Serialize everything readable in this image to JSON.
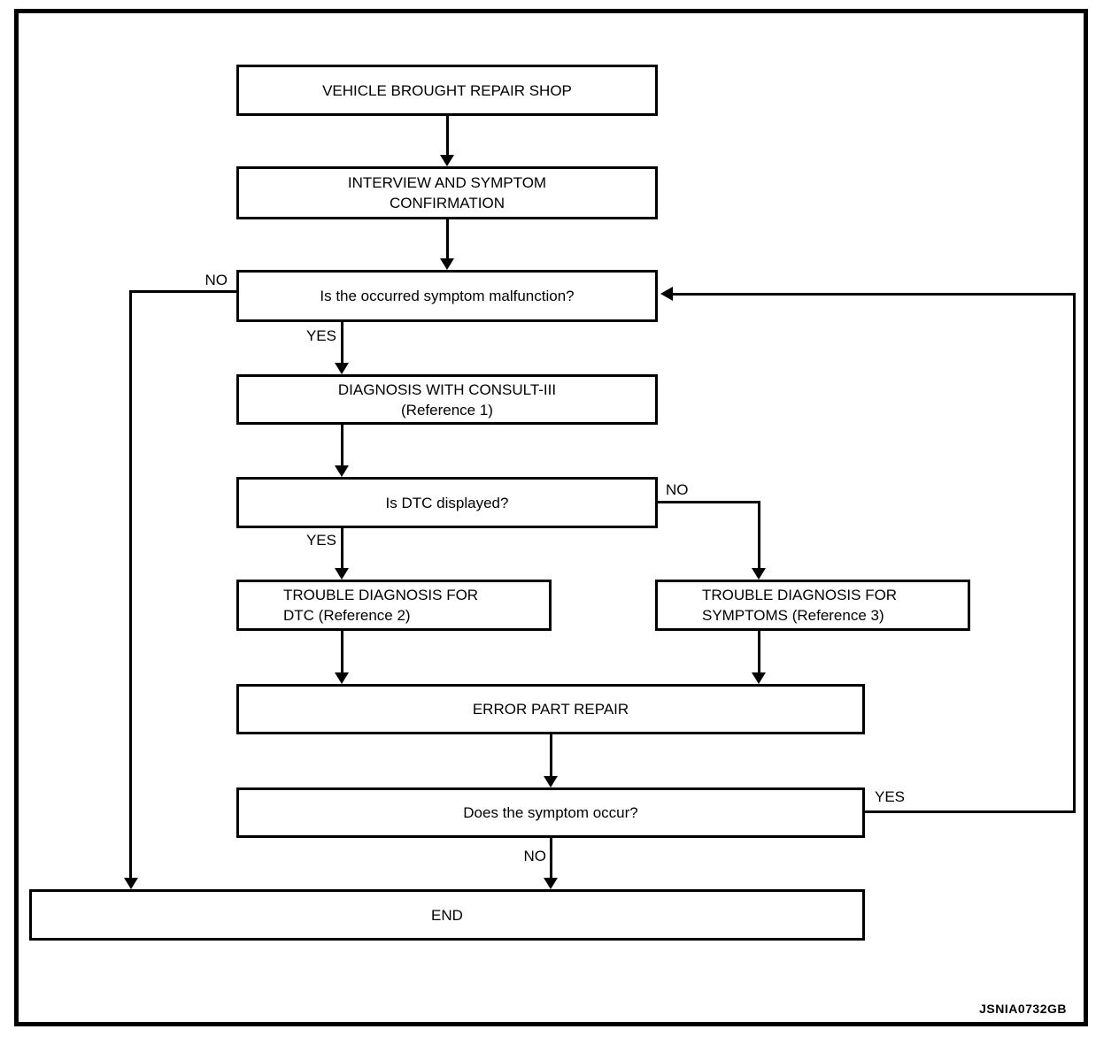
{
  "figure": {
    "id_code": "JSNIA0732GB"
  },
  "colors": {
    "ink": "#000000",
    "paper": "#ffffff"
  },
  "flowchart": {
    "nodes": {
      "vehicle_brought": "VEHICLE BROUGHT REPAIR SHOP",
      "interview": "INTERVIEW AND SYMPTOM\nCONFIRMATION",
      "symptom_malfunction": "Is the occurred symptom malfunction?",
      "diagnosis_consult": "DIAGNOSIS WITH CONSULT-III\n(Reference 1)",
      "dtc_displayed": "Is DTC displayed?",
      "trouble_dtc": "TROUBLE DIAGNOSIS FOR\nDTC (Reference 2)",
      "trouble_symptoms": "TROUBLE DIAGNOSIS FOR\nSYMPTOMS (Reference 3)",
      "error_part_repair": "ERROR PART REPAIR",
      "symptom_occur": "Does the symptom occur?",
      "end": "END"
    },
    "edge_labels": {
      "malfunction_no": "NO",
      "malfunction_yes": "YES",
      "dtc_yes": "YES",
      "dtc_no": "NO",
      "occur_yes": "YES",
      "occur_no": "NO"
    }
  }
}
